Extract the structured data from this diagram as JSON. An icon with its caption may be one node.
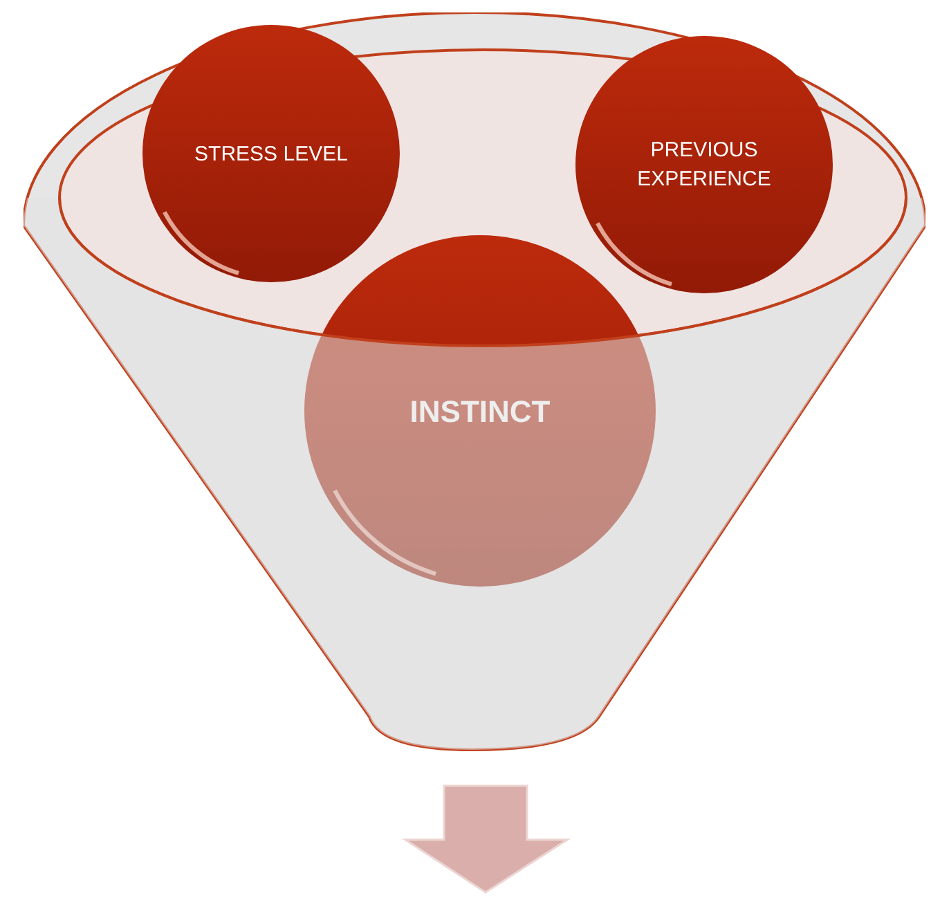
{
  "diagram": {
    "nodes": [
      {
        "text": [],
        "shape": "funnel"
      },
      {
        "text": [
          "STRESS LEVEL"
        ],
        "in": 0
      },
      {
        "text": [
          "PREVIOUS EXPERIENCE"
        ],
        "in": 0
      },
      {
        "text": [
          "INSTINCT"
        ],
        "in": 0
      }
    ]
  }
}
